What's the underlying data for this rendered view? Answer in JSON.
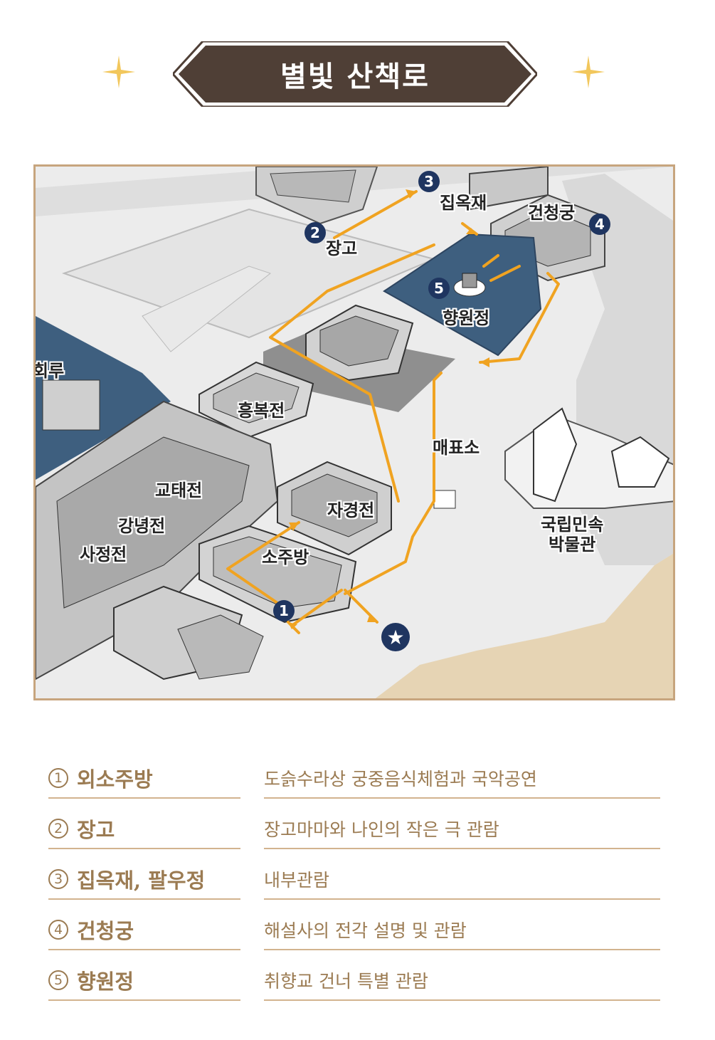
{
  "title": "별빛 산책로",
  "colors": {
    "banner": "#4f3f36",
    "route": "#f0a321",
    "water": "#3e5f7f",
    "marker": "#1f3560",
    "frame": "#c7a57e",
    "sand": "#e6d4b4",
    "legend_text": "#9b7b52"
  },
  "map": {
    "labels": {
      "jibokjae": "집옥재",
      "geoncheonggung": "건청궁",
      "janggo": "장고",
      "hyangwonjeong": "향원정",
      "gyeonghoeru": "회루",
      "heungbokjeon": "흥복전",
      "maepyoso": "매표소",
      "gyotaejeon": "교태전",
      "gangnyeongjeon": "강녕전",
      "sajeongjeon": "사정전",
      "jagyeongjeon": "자경전",
      "sojubang": "소주방",
      "museum_line1": "국립민속",
      "museum_line2": "박물관"
    },
    "markers": [
      "1",
      "2",
      "3",
      "4",
      "5"
    ],
    "start_icon": "star-icon"
  },
  "legend": [
    {
      "num": "1",
      "name": "외소주방",
      "desc": "도슭수라상 궁중음식체험과 국악공연"
    },
    {
      "num": "2",
      "name": "장고",
      "desc": "장고마마와 나인의 작은 극 관람"
    },
    {
      "num": "3",
      "name": "집옥재, 팔우정",
      "desc": "내부관람"
    },
    {
      "num": "4",
      "name": "건청궁",
      "desc": "해설사의 전각 설명 및 관람"
    },
    {
      "num": "5",
      "name": "향원정",
      "desc": "취향교 건너 특별 관람"
    }
  ]
}
